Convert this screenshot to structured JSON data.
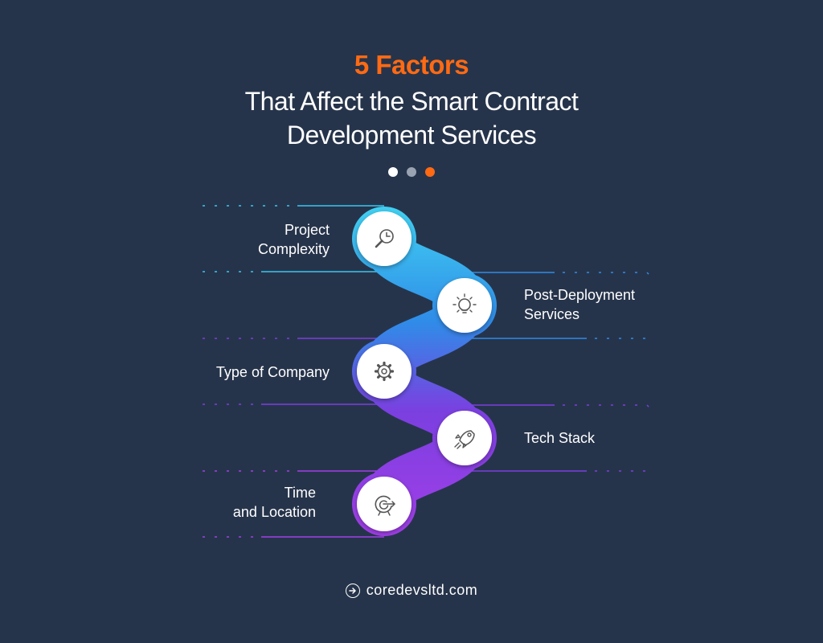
{
  "header": {
    "accent": "5 Factors",
    "line1": "That Affect the Smart Contract",
    "line2": "Development Services"
  },
  "colors": {
    "background": "#26344b",
    "accent": "#ff6a13",
    "dot_white": "#ffffff",
    "dot_gray": "#9aa3b2",
    "cyan": "#38c6ef",
    "blue": "#2f8ce8",
    "violet": "#7b3fe0",
    "purple": "#a23fe8"
  },
  "factors": [
    {
      "label_lines": [
        "Project",
        "Complexity"
      ],
      "icon": "magnifier-clock-icon"
    },
    {
      "label_lines": [
        "Post-Deployment",
        "Services"
      ],
      "icon": "lightbulb-icon"
    },
    {
      "label_lines": [
        "Type of Company"
      ],
      "icon": "gear-icon"
    },
    {
      "label_lines": [
        "Tech Stack"
      ],
      "icon": "rocket-icon"
    },
    {
      "label_lines": [
        "Time",
        "and Location"
      ],
      "icon": "target-icon"
    }
  ],
  "footer": {
    "url": "coredevsltd.com",
    "icon": "arrow-right-circle-icon"
  }
}
